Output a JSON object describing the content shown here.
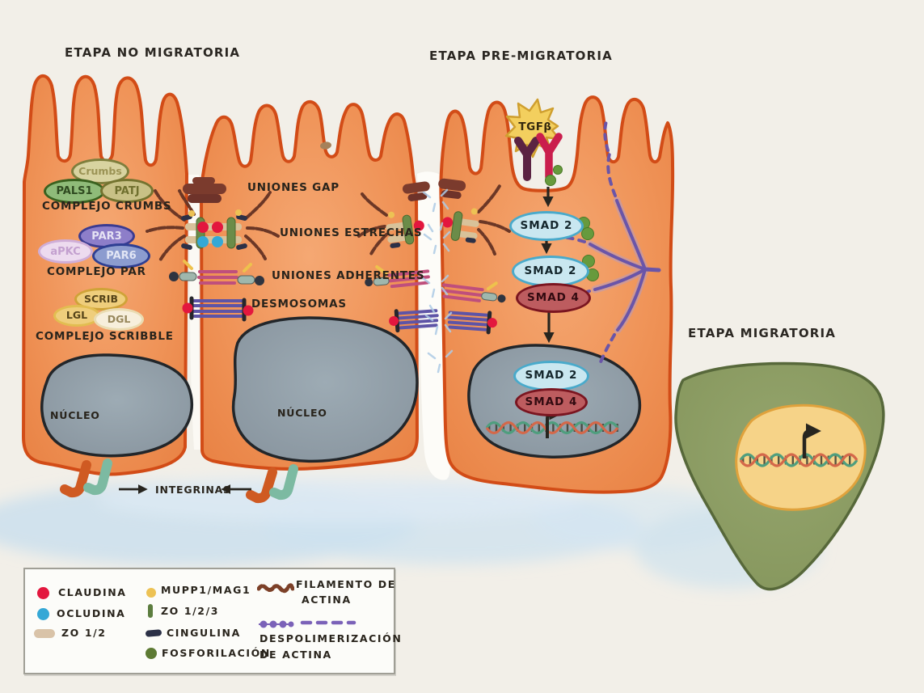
{
  "stage_titles": {
    "no_migratoria": "ETAPA NO MIGRATORIA",
    "pre_migratoria": "ETAPA PRE-MIGRATORIA",
    "migratoria": "ETAPA MIGRATORIA"
  },
  "polarity": {
    "crumbs_complex": {
      "crumbs": "Crumbs",
      "pals1": "PALS1",
      "patj": "PATJ",
      "label": "COMPLEJO CRUMBS"
    },
    "par_complex": {
      "par3": "PAR3",
      "apkc": "aPKC",
      "par6": "PAR6",
      "label": "COMPLEJO PAR"
    },
    "scribble_complex": {
      "scrib": "SCRIB",
      "lgl": "LGL",
      "dgl": "DGL",
      "label": "COMPLEJO SCRIBBLE"
    }
  },
  "junctions": {
    "gap": "UNIONES GAP",
    "tight": "UNIONES ESTRECHAS",
    "adherens": "UNIONES ADHERENTES",
    "desmosomes": "DESMOSOMAS"
  },
  "signaling": {
    "ligand": "TGFβ",
    "smad2_cytoplasm_1": "SMAD 2",
    "smad2_cytoplasm_2": "SMAD 2",
    "smad4_cytoplasm": "SMAD 4",
    "smad2_nucleus": "SMAD 2",
    "smad4_nucleus": "SMAD 4"
  },
  "nuclei": {
    "left_label": "NÚCLEO",
    "middle_label": "NÚCLEO"
  },
  "integrins": {
    "label": "INTEGRINAS"
  },
  "legend": {
    "claudina": "CLAUDINA",
    "ocludina": "OCLUDINA",
    "zo_1_2": "ZO 1/2",
    "mupp1_mag1": "MUPP1/MAG1",
    "zo_1_2_3": "ZO 1/2/3",
    "cingulina": "CINGULINA",
    "fosforilacion": "FOSFORILACIÓN",
    "filamento_l1": "FILAMENTO DE",
    "filamento_l2": "ACTINA",
    "despolimerizacion_l1": "DESPOLIMERIZACIÓN",
    "despolimerizacion_l2": "DE ACTINA"
  },
  "colors": {
    "cell_fill": "#f09a62",
    "cell_border": "#d24c17",
    "nucleus_fill": "#8f9ca6",
    "ecm_blue": "#cfe2ee",
    "migratory_cell": "#8b9c64",
    "migratory_nucleus": "#f6d388",
    "claudina_red": "#e3173e",
    "ocludina_blue": "#35a8d6",
    "zo12_tan": "#d9c3a8",
    "mupp1_yellow": "#edc254",
    "zo123_green": "#5c7d3f",
    "cingulina_navy": "#2c3147",
    "fosforilacion_green": "#5d7a33",
    "actin_brown": "#7c4028",
    "depolymerization_purple": "#7b62b8",
    "smad2_fill": "#c9e7f0",
    "smad4_fill": "#bd5c5f",
    "tgfb_yellow": "#f3cf5e"
  }
}
